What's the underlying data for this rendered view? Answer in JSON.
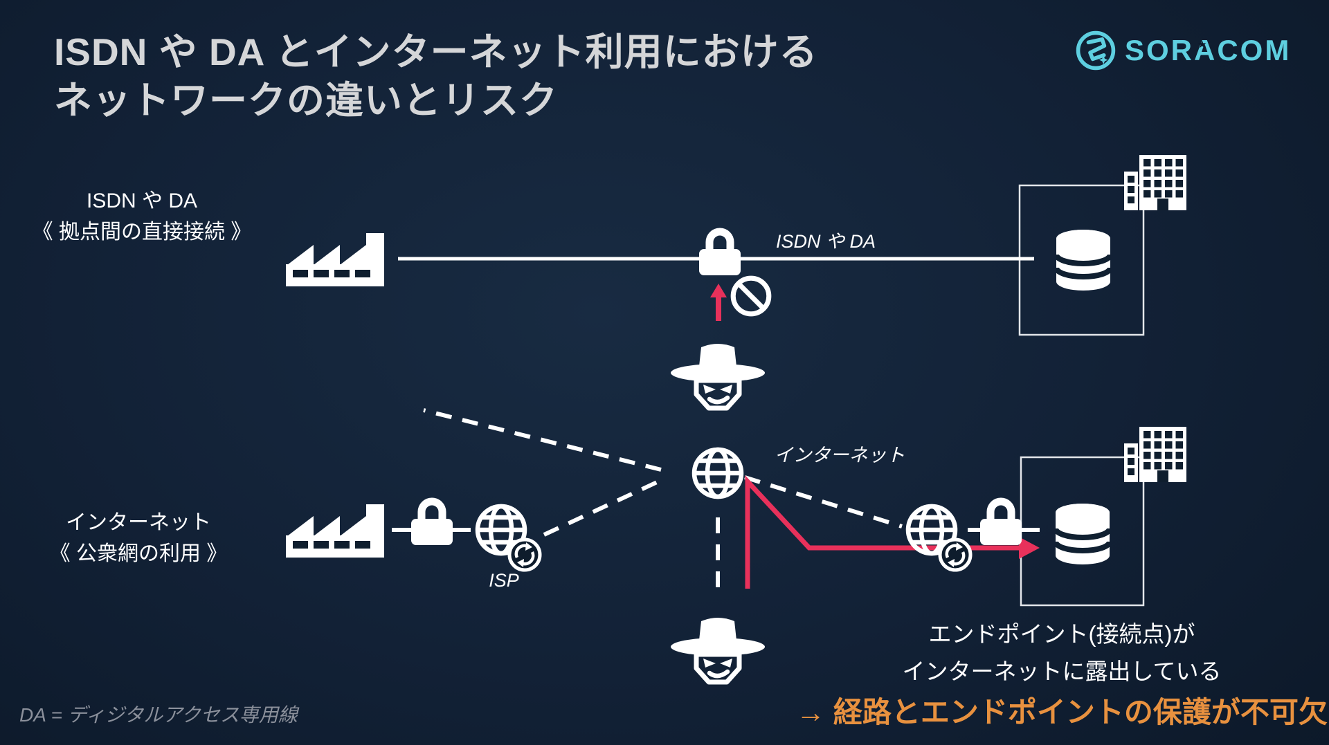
{
  "slide": {
    "title_line1": "ISDN や DA とインターネット利用における",
    "title_line2": "ネットワークの違いとリスク",
    "footnote": "DA = ディジタルアクセス専用線"
  },
  "logo": {
    "text": "SORACOM"
  },
  "row_isdn": {
    "label_line1": "ISDN や DA",
    "label_line2": "《 拠点間の直接接続 》",
    "line_label": "ISDN や DA"
  },
  "row_internet": {
    "label_line1": "インターネット",
    "label_line2": "《 公衆網の利用 》",
    "internet_label": "インターネット",
    "isp_label": "ISP"
  },
  "callout": {
    "line1": "エンドポイント(接続点)が",
    "line2": "インターネットに露出している",
    "line3": "→ 経路とエンドポイントの保護が不可欠"
  },
  "icons": [
    "factory-icon",
    "lock-icon",
    "globe-icon",
    "isp-globe-refresh-icon",
    "database-icon",
    "building-icon",
    "hacker-icon",
    "prohibition-icon",
    "up-arrow-icon",
    "soracom-logo-icon"
  ],
  "colors": {
    "background": "#0e1c2c",
    "accent_red": "#e8315b",
    "accent_orange": "#e8913f",
    "brand_cyan": "#5ecfe0",
    "title_gray": "#d5d6d8",
    "footnote_gray": "#8b909b",
    "white": "#ffffff"
  }
}
